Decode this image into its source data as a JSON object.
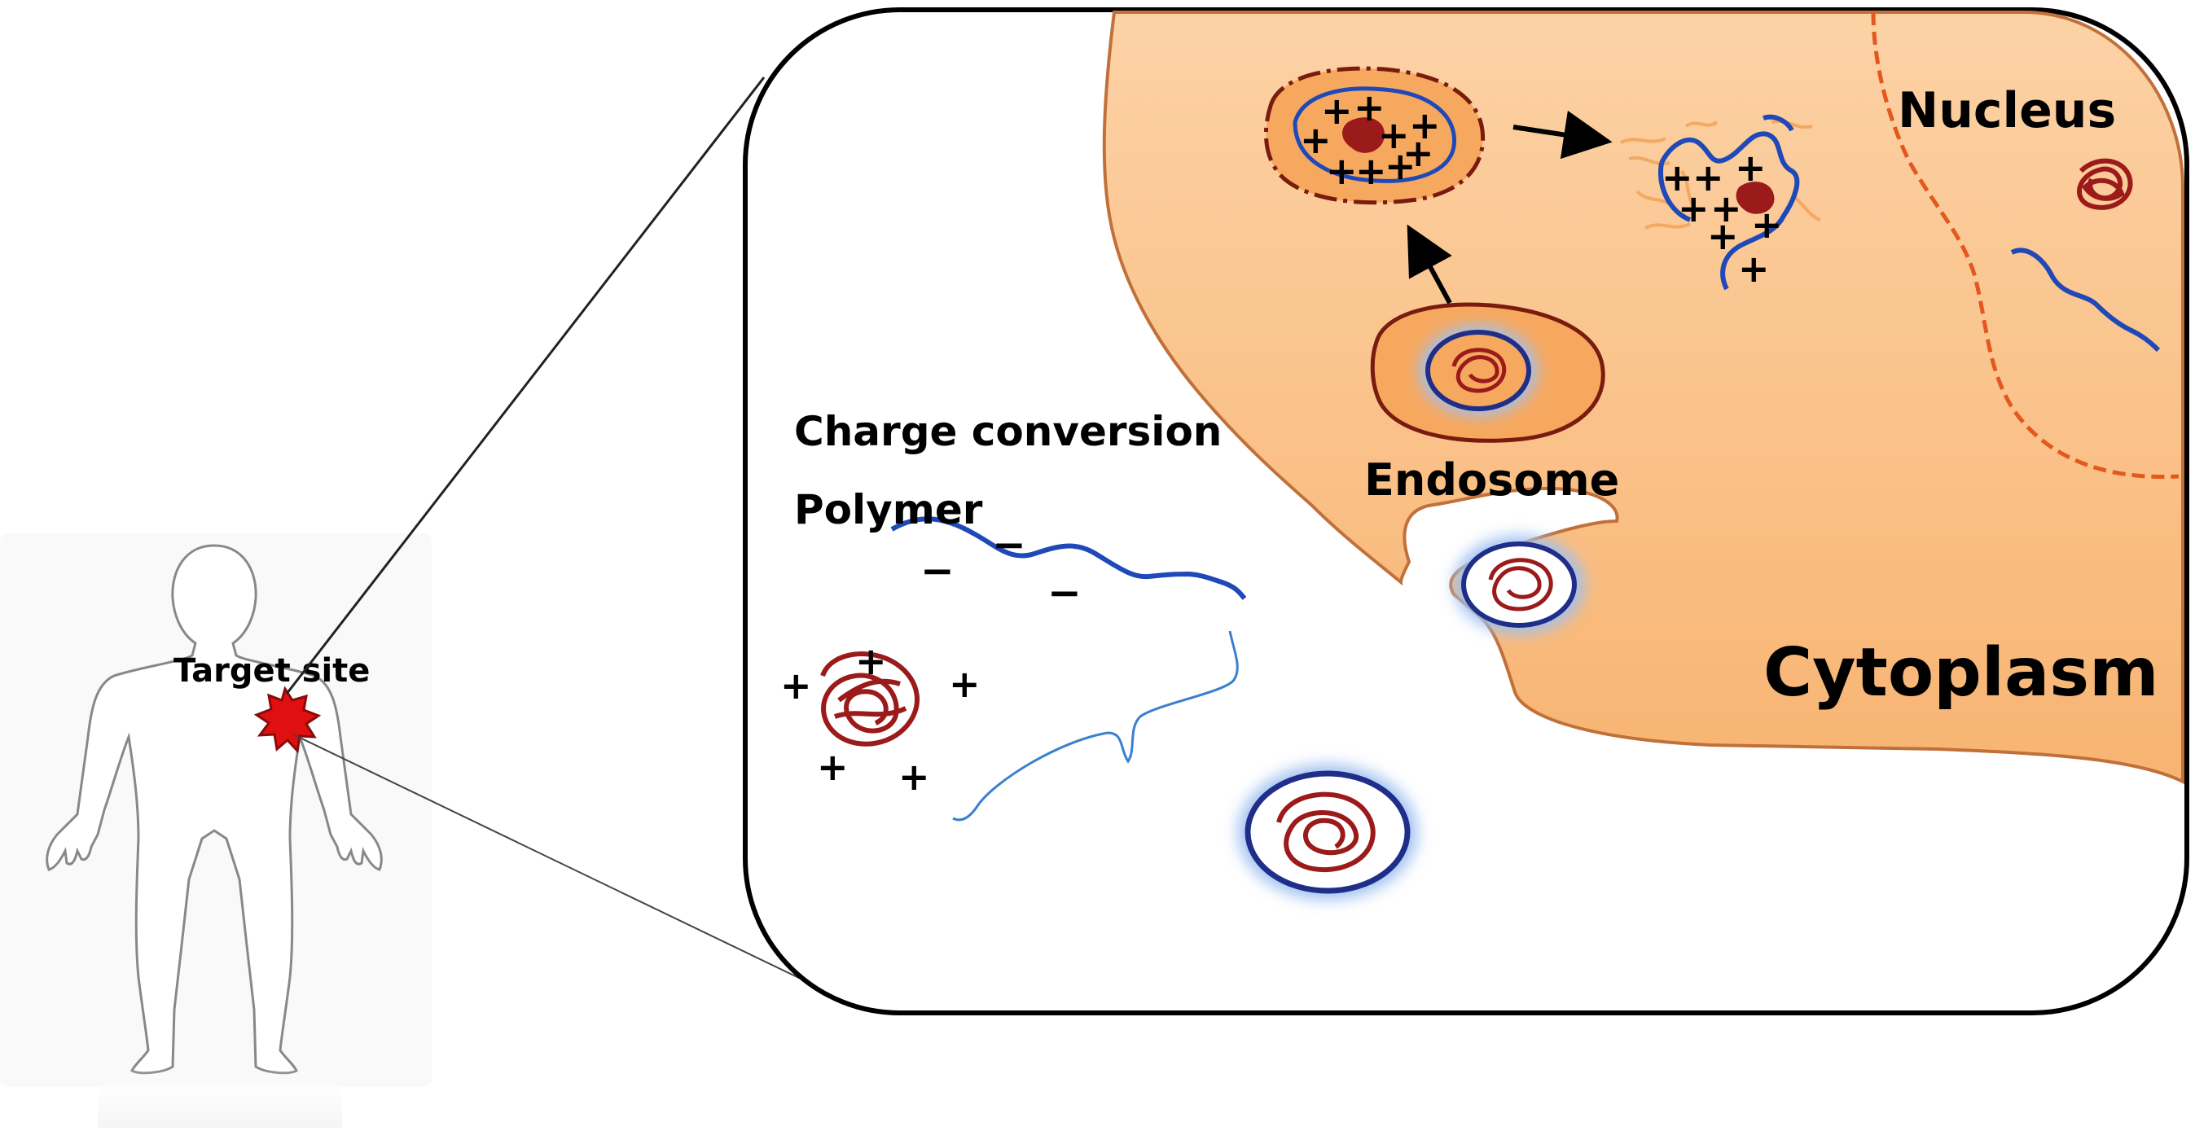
{
  "labels": {
    "target_site": "Target site",
    "charge_conversion": "Charge conversion",
    "polymer": "Polymer",
    "endosome": "Endosome",
    "nucleus": "Nucleus",
    "cytoplasm": "Cytoplasm"
  },
  "glyphs": {
    "plus": "+",
    "minus": "−"
  },
  "colors": {
    "cytoplasm_fill": "#fcc690",
    "cell_border": "#c2703a",
    "endosome_fill": "#f6a85f",
    "endosome_border": "#7a1b10",
    "nuclear_border": "#e2581e",
    "polymer_blue": "#1f49b8",
    "dna_red": "#9b1a1a",
    "target_red": "#e01010",
    "halo_blue": "#9fc1f2"
  },
  "icons": {
    "body": "human-body-outline-icon",
    "target": "starburst-target-icon",
    "arrow": "arrow-icon"
  }
}
